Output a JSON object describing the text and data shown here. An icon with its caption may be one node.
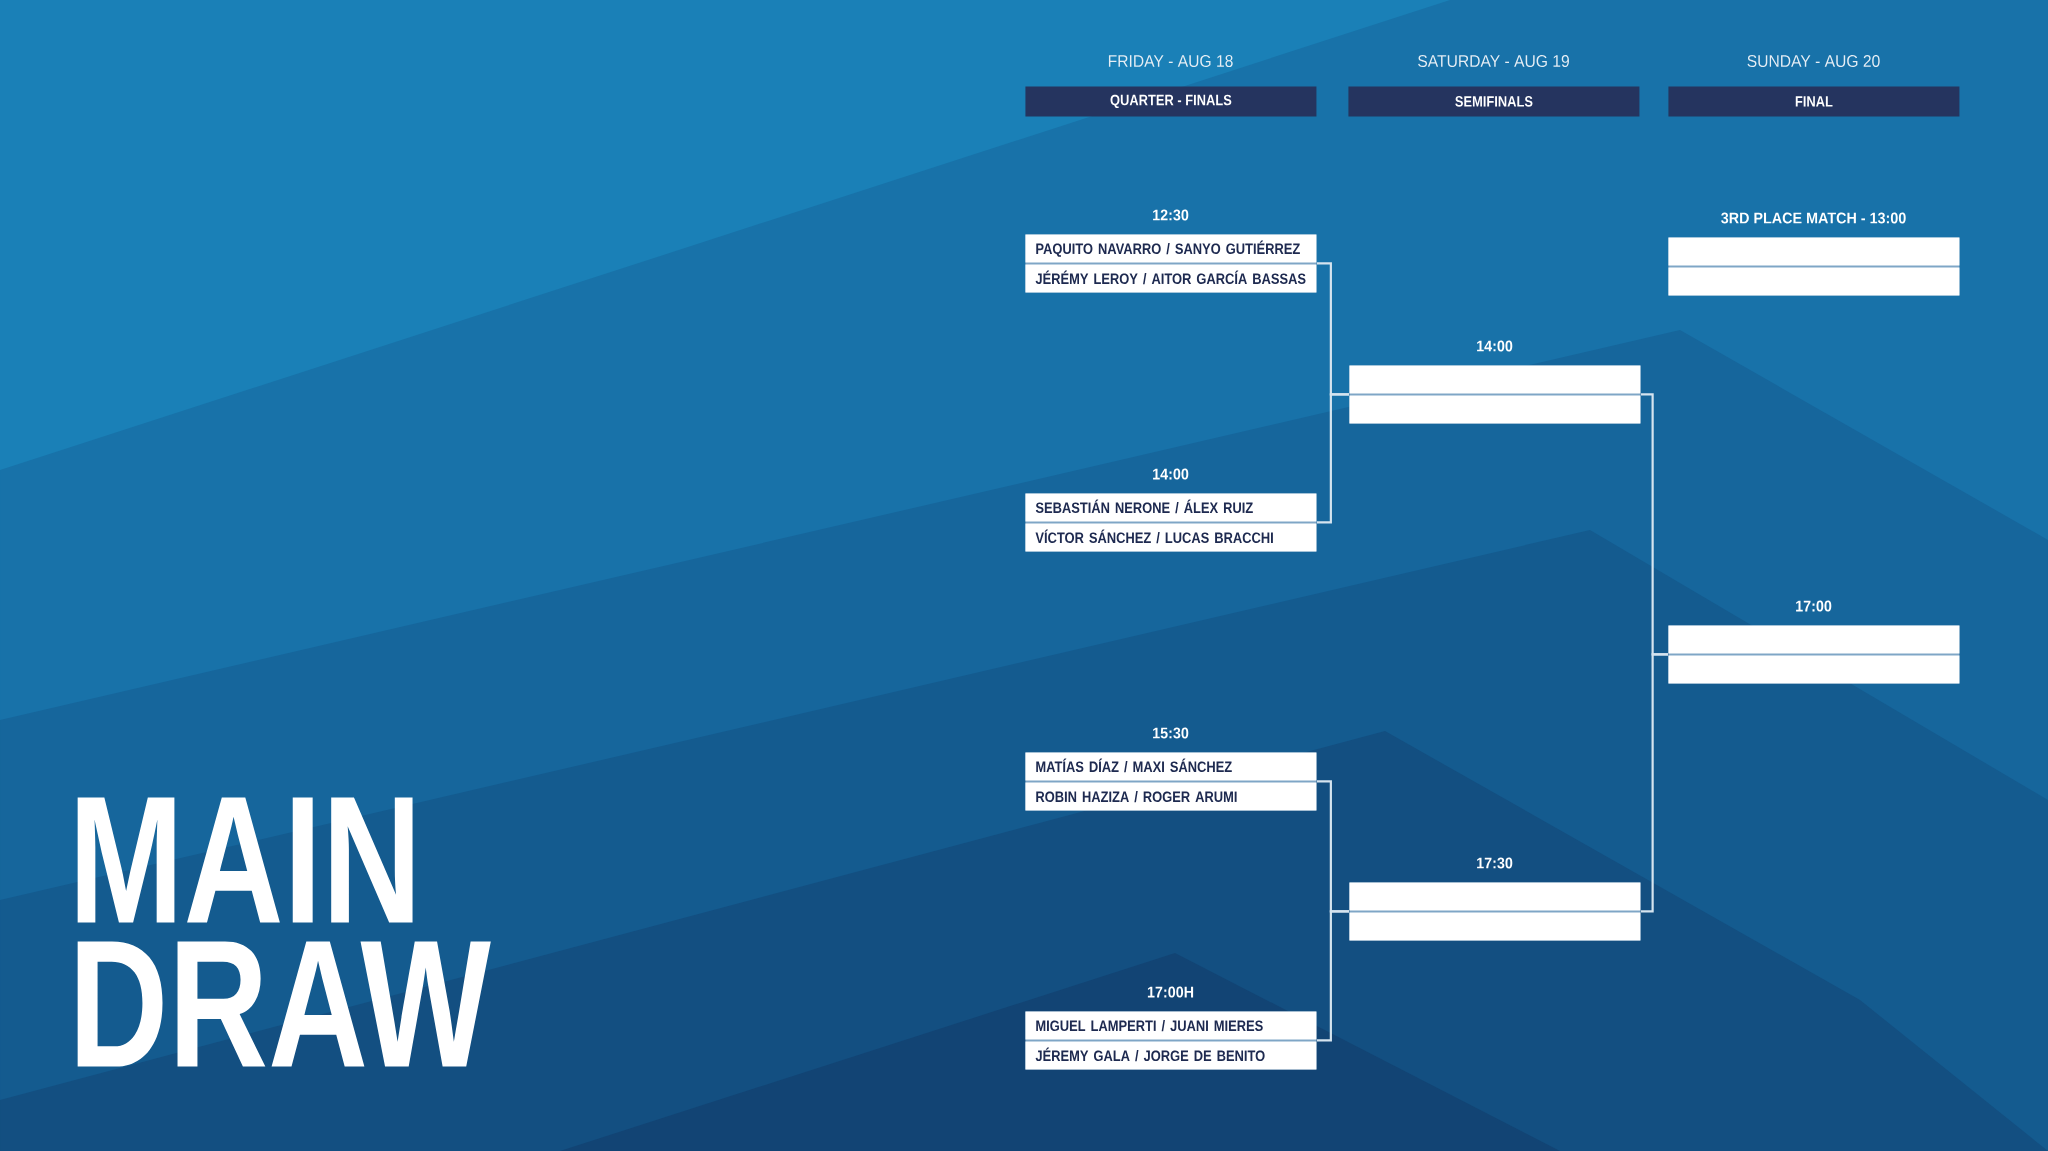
{
  "diagram": {
    "title": "MAIN DRAW",
    "nodes": [
      {
        "text": [
          "FRIDAY - AUG 18",
          "QUARTER - FINALS"
        ]
      },
      {
        "text": [
          "SATURDAY - AUG 19",
          "SEMIFINALS"
        ]
      },
      {
        "text": [
          "SUNDAY - AUG 20",
          "FINAL"
        ]
      },
      {
        "text": [
          "12:30"
        ]
      },
      {
        "text": [
          "PAQUITO NAVARRO / SANYO GUTIÉRREZ"
        ],
        "in": 3
      },
      {
        "text": [
          "JÉRÉMY LEROY / AITOR GARCÍA BASSAS"
        ],
        "in": 3
      },
      {
        "text": [
          "14:00"
        ]
      },
      {
        "text": [
          "SEBASTIÁN NERONE / ÁLEX RUIZ"
        ],
        "in": 6
      },
      {
        "text": [
          "VÍCTOR SÁNCHEZ / LUCAS BRACCHI"
        ],
        "in": 6
      },
      {
        "text": [
          "15:30"
        ]
      },
      {
        "text": [
          "MATÍAS DÍAZ / MAXI SÁNCHEZ"
        ],
        "in": 9
      },
      {
        "text": [
          "ROBIN HAZIZA / ROGER ARUMI"
        ],
        "in": 9
      },
      {
        "text": [
          "17:00H"
        ]
      },
      {
        "text": [
          "MIGUEL LAMPERTI / JUANI MIERES"
        ],
        "in": 12
      },
      {
        "text": [
          "JÉREMY GALA / JORGE DE BENITO"
        ],
        "in": 12
      },
      {
        "text": [
          "14:00"
        ]
      },
      {
        "text": [],
        "shape": "box",
        "in": 15
      },
      {
        "text": [],
        "shape": "box",
        "in": 15
      },
      {
        "text": [
          "17:30"
        ]
      },
      {
        "text": [],
        "shape": "box",
        "in": 18
      },
      {
        "text": [],
        "shape": "box",
        "in": 18
      },
      {
        "text": [
          "3RD PLACE MATCH - 13:00"
        ]
      },
      {
        "text": [],
        "shape": "box",
        "in": 21
      },
      {
        "text": [],
        "shape": "box",
        "in": 21
      },
      {
        "text": [
          "17:00"
        ]
      },
      {
        "text": [],
        "shape": "box",
        "in": 24
      },
      {
        "text": [],
        "shape": "box",
        "in": 24
      }
    ],
    "edges": [
      {
        "from": 3,
        "to": 15,
        "arrow": "none"
      },
      {
        "from": 6,
        "to": 15,
        "arrow": "none"
      },
      {
        "from": 9,
        "to": 18,
        "arrow": "none"
      },
      {
        "from": 12,
        "to": 18,
        "arrow": "none"
      },
      {
        "from": 15,
        "to": 24,
        "arrow": "none"
      },
      {
        "from": 18,
        "to": 24,
        "arrow": "none"
      }
    ]
  }
}
